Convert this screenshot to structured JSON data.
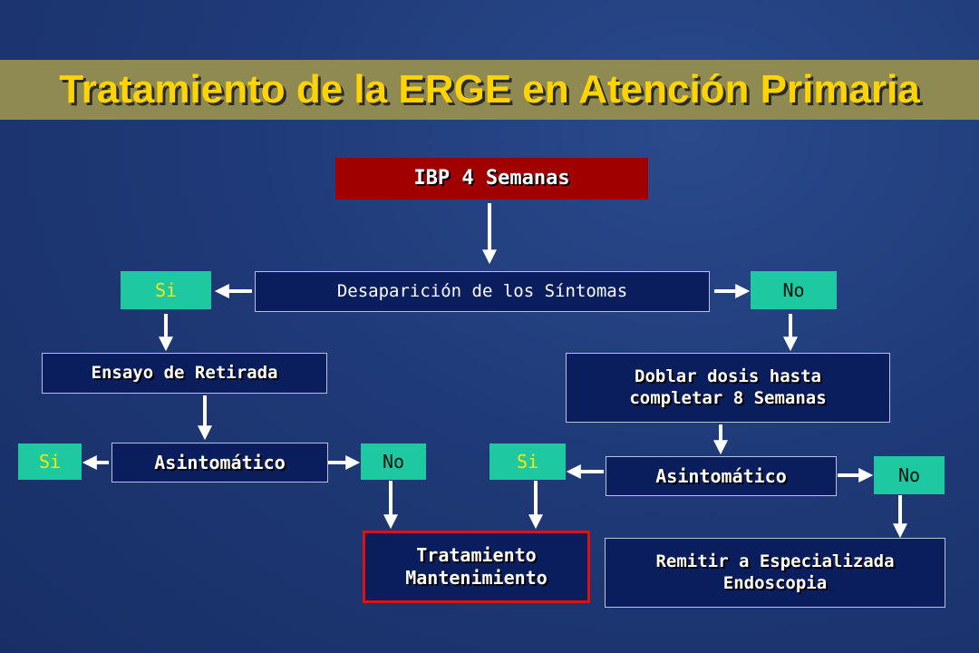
{
  "title": "Tratamiento de la ERGE en Atención Primaria",
  "nodes": {
    "start": "IBP 4 Semanas",
    "disappear": "Desaparición de los Síntomas",
    "si_top": "Si",
    "no_top": "No",
    "trial": "Ensayo de Retirada",
    "double_line1": "Doblar dosis hasta",
    "double_line2": "completar 8 Semanas",
    "si_left": "Si",
    "asym_left": "Asintomático",
    "no_left": "No",
    "si_right": "Si",
    "asym_right": "Asintomático",
    "no_right": "No",
    "maint_line1": "Tratamiento",
    "maint_line2": "Mantenimiento",
    "refer_line1": "Remitir a Especializada",
    "refer_line2": "Endoscopia"
  },
  "colors": {
    "title_text": "#ffd400",
    "title_band": "#8f8a52",
    "box_fill": "#0a1e5e",
    "start_fill": "#a00000",
    "yes_no_fill": "#1ec8a0",
    "highlight_border": "#e01010",
    "arrow": "#ffffff"
  }
}
